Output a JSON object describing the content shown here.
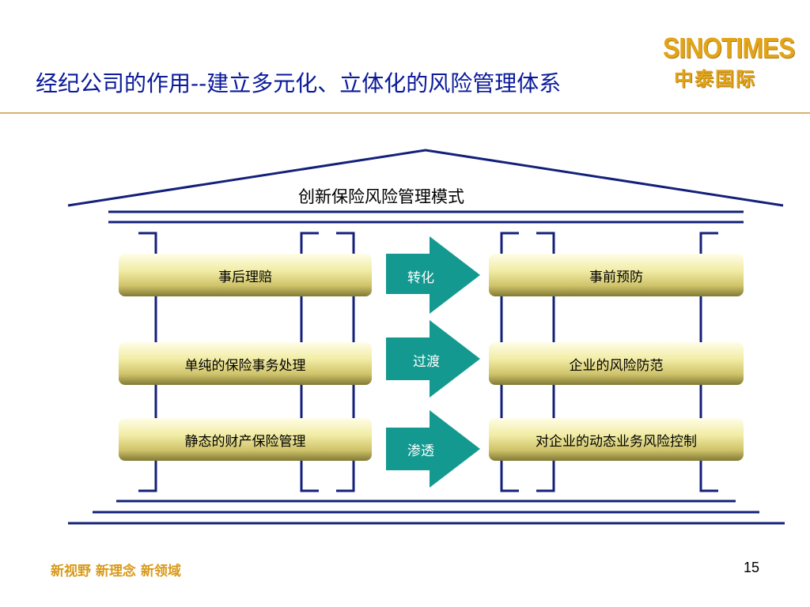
{
  "slide": {
    "title": "经纪公司的作用--建立多元化、立体化的风险管理体系",
    "logo_en": "SINOTIMES",
    "logo_cn": "中泰国际",
    "footer_slogan": "新视野  新理念  新领域",
    "page_number": "15"
  },
  "diagram": {
    "roof_label": "创新保险风险管理模式",
    "left_boxes": [
      "事后理赔",
      "单纯的保险事务处理",
      "静态的财产保险管理"
    ],
    "arrows": [
      "转化",
      "过渡",
      "渗透"
    ],
    "right_boxes": [
      "事前预防",
      "企业的风险防范",
      "对企业的动态业务风险控制"
    ]
  },
  "colors": {
    "title": "#0a1a9a",
    "lines": "#13207a",
    "arrow": "#149990",
    "logo": "#e2a418",
    "rule": "#d8b26a"
  }
}
